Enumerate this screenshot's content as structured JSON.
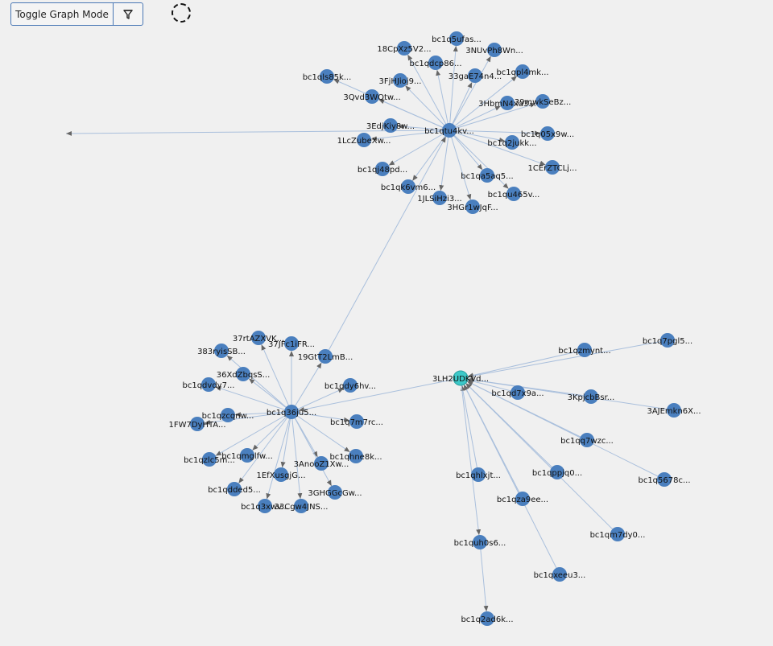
{
  "toolbar": {
    "toggle_label": "Toggle Graph Mode",
    "filter_icon": "filter-funnel-icon"
  },
  "status": {
    "loading_icon": "loading-spinner-icon"
  },
  "colors": {
    "node": "#4a7fbe",
    "selected_node": "#3cc8c8",
    "edge": "#a9bfdc",
    "arrow": "#666666"
  },
  "nodes": [
    {
      "id": "n1",
      "label": "bc1qtu4kv..."
    },
    {
      "id": "n2",
      "label": "bc1q5ufas..."
    },
    {
      "id": "n3",
      "label": "18CpXz5V2..."
    },
    {
      "id": "n4",
      "label": "3NUvPh8Wn..."
    },
    {
      "id": "n5",
      "label": "bc1qdcp86..."
    },
    {
      "id": "n6",
      "label": "bc1qls85k..."
    },
    {
      "id": "n7",
      "label": "3FjHJioj9..."
    },
    {
      "id": "n8",
      "label": "33gaE74n4..."
    },
    {
      "id": "n9",
      "label": "bc1qpl4mk..."
    },
    {
      "id": "n10",
      "label": "3Qvd3WQtw..."
    },
    {
      "id": "n11",
      "label": "3HbmN4xa3..."
    },
    {
      "id": "n12",
      "label": "39mwkSeBz..."
    },
    {
      "id": "n13",
      "label": "3EdjKiy8w..."
    },
    {
      "id": "n14",
      "label": "bc1q05x9w..."
    },
    {
      "id": "n15",
      "label": "1LcZubeXw..."
    },
    {
      "id": "n16",
      "label": "bc1q2jukk..."
    },
    {
      "id": "n17",
      "label": "1CErZTCLj..."
    },
    {
      "id": "n18",
      "label": "bc1qj48pd..."
    },
    {
      "id": "n19",
      "label": "bc1qa5aq5..."
    },
    {
      "id": "n20",
      "label": "bc1qk6vm6..."
    },
    {
      "id": "n21",
      "label": "bc1qu465v..."
    },
    {
      "id": "n22",
      "label": "1JLSiHzi3..."
    },
    {
      "id": "n23",
      "label": "3HGr1wJqF..."
    },
    {
      "id": "h1",
      "label": "bc1q36ju5..."
    },
    {
      "id": "h2",
      "label": "37rtAZXVK..."
    },
    {
      "id": "h3",
      "label": "37JFc1iFR..."
    },
    {
      "id": "h4",
      "label": "383ryisSB..."
    },
    {
      "id": "h5",
      "label": "19GtT2LmB..."
    },
    {
      "id": "h6",
      "label": "36XdZbqsS..."
    },
    {
      "id": "h7",
      "label": "bc1qdy6hv..."
    },
    {
      "id": "h8",
      "label": "bc1qdvdy7..."
    },
    {
      "id": "h9",
      "label": "bc1qzcqnw..."
    },
    {
      "id": "h10",
      "label": "bc1q7m7rc..."
    },
    {
      "id": "h11",
      "label": "1FW7DyHTA..."
    },
    {
      "id": "h12",
      "label": "bc1qmglfw..."
    },
    {
      "id": "h13",
      "label": "bc1qhne8k..."
    },
    {
      "id": "h14",
      "label": "bc1qzlc5m..."
    },
    {
      "id": "h15",
      "label": "3AnooZ1Xw..."
    },
    {
      "id": "h16",
      "label": "1EfXusgjG..."
    },
    {
      "id": "h17",
      "label": "bc1qdded5..."
    },
    {
      "id": "h18",
      "label": "3GHGGcGw..."
    },
    {
      "id": "h19",
      "label": "bc1q3xwv..."
    },
    {
      "id": "h20",
      "label": "33Cgw4JNS..."
    },
    {
      "id": "s1",
      "label": "3LH2UDKVd..."
    },
    {
      "id": "s2",
      "label": "bc1qzmynt..."
    },
    {
      "id": "s3",
      "label": "bc1q7pgl5..."
    },
    {
      "id": "s4",
      "label": "bc1qd7x9a..."
    },
    {
      "id": "s5",
      "label": "3KpjcbBsr..."
    },
    {
      "id": "s6",
      "label": "3AJEmkn6X..."
    },
    {
      "id": "s7",
      "label": "bc1qq7wzc..."
    },
    {
      "id": "s8",
      "label": "bc1qhlxjt..."
    },
    {
      "id": "s9",
      "label": "bc1qppjq0..."
    },
    {
      "id": "s10",
      "label": "bc1q5678c..."
    },
    {
      "id": "s11",
      "label": "bc1qza9ee..."
    },
    {
      "id": "s12",
      "label": "bc1qm7dy0..."
    },
    {
      "id": "s13",
      "label": "bc1quh0s6..."
    },
    {
      "id": "s14",
      "label": "bc1qxeeu3..."
    },
    {
      "id": "s15",
      "label": "bc1q2ad6k..."
    }
  ],
  "edges": [
    [
      "n1",
      "n2"
    ],
    [
      "n1",
      "n3"
    ],
    [
      "n1",
      "n4"
    ],
    [
      "n1",
      "n5"
    ],
    [
      "n1",
      "n6"
    ],
    [
      "n1",
      "n7"
    ],
    [
      "n1",
      "n8"
    ],
    [
      "n1",
      "n9"
    ],
    [
      "n1",
      "n10"
    ],
    [
      "n1",
      "n11"
    ],
    [
      "n1",
      "n12"
    ],
    [
      "n1",
      "n13"
    ],
    [
      "n1",
      "n14"
    ],
    [
      "n1",
      "n15"
    ],
    [
      "n1",
      "n16"
    ],
    [
      "n1",
      "n17"
    ],
    [
      "n1",
      "n18"
    ],
    [
      "n1",
      "n19"
    ],
    [
      "n1",
      "n20"
    ],
    [
      "n1",
      "n21"
    ],
    [
      "n1",
      "n22"
    ],
    [
      "n1",
      "n23"
    ],
    [
      "n1",
      "offscreen"
    ],
    [
      "h5",
      "n1"
    ],
    [
      "s1",
      "h1"
    ],
    [
      "h1",
      "h2"
    ],
    [
      "h1",
      "h3"
    ],
    [
      "h1",
      "h4"
    ],
    [
      "h1",
      "h5"
    ],
    [
      "h1",
      "h6"
    ],
    [
      "h1",
      "h7"
    ],
    [
      "h1",
      "h8"
    ],
    [
      "h1",
      "h9"
    ],
    [
      "h1",
      "h10"
    ],
    [
      "h1",
      "h11"
    ],
    [
      "h1",
      "h12"
    ],
    [
      "h1",
      "h13"
    ],
    [
      "h1",
      "h14"
    ],
    [
      "h1",
      "h15"
    ],
    [
      "h1",
      "h16"
    ],
    [
      "h1",
      "h17"
    ],
    [
      "h1",
      "h18"
    ],
    [
      "h1",
      "h19"
    ],
    [
      "h1",
      "h20"
    ],
    [
      "s2",
      "s1"
    ],
    [
      "s3",
      "s1"
    ],
    [
      "s4",
      "s1"
    ],
    [
      "s5",
      "s1"
    ],
    [
      "s6",
      "s1"
    ],
    [
      "s7",
      "s1"
    ],
    [
      "s9",
      "s1"
    ],
    [
      "s10",
      "s1"
    ],
    [
      "s11",
      "s1"
    ],
    [
      "s12",
      "s1"
    ],
    [
      "s14",
      "s1"
    ],
    [
      "s8",
      "s1"
    ],
    [
      "s1",
      "s13"
    ],
    [
      "s13",
      "s15"
    ]
  ]
}
